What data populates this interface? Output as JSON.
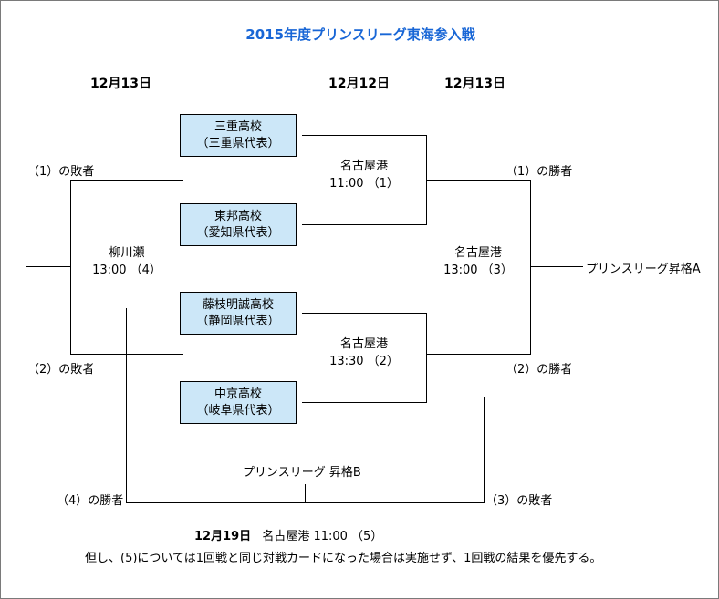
{
  "title": "2015年度プリンスリーグ東海参入戦",
  "date_headers": [
    {
      "label": "12月13日"
    },
    {
      "label": "12月12日"
    },
    {
      "label": "12月13日"
    }
  ],
  "teams": [
    {
      "name": "三重高校",
      "rep": "（三重県代表）"
    },
    {
      "name": "東邦高校",
      "rep": "（愛知県代表）"
    },
    {
      "name": "藤枝明誠高校",
      "rep": "（静岡県代表）"
    },
    {
      "name": "中京高校",
      "rep": "（岐阜県代表）"
    }
  ],
  "matches": [
    {
      "venue": "名古屋港",
      "time": "11:00 （1）"
    },
    {
      "venue": "名古屋港",
      "time": "13:30 （2）"
    },
    {
      "venue": "名古屋港",
      "time": "13:00 （3）"
    },
    {
      "venue": "柳川瀬",
      "time": "13:00 （4）"
    }
  ],
  "feeders": {
    "loser1": "（1）の敗者",
    "loser2": "（2）の敗者",
    "winner1": "（1）の勝者",
    "winner2": "（2）の勝者",
    "winner4": "（4）の勝者",
    "loser3": "（3）の敗者"
  },
  "outcomes": {
    "promotion_a": "プリンスリーグ昇格A",
    "promotion_b": "プリンスリーグ 昇格B"
  },
  "footer": {
    "final_date": "12月19日",
    "final_detail": "名古屋港 11:00 （5）",
    "note": "但し、(5)については1回戦と同じ対戦カードになった場合は実施せず、1回戦の結果を優先する。"
  },
  "colors": {
    "title": "#1866d6",
    "team_fill": "#cce7f8",
    "line": "#000000",
    "page_border": "#7a7a7a"
  }
}
